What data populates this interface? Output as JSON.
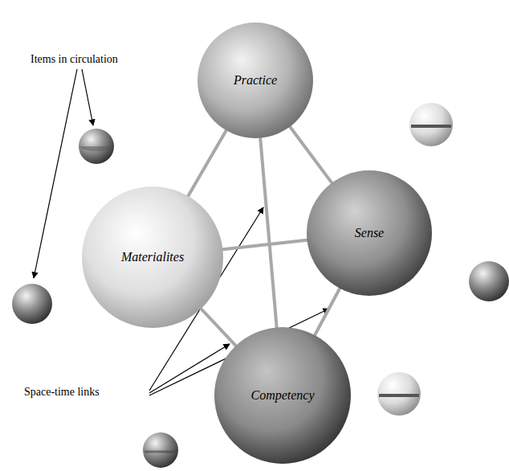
{
  "diagram": {
    "nodes": [
      {
        "text": [
          "Practice"
        ]
      },
      {
        "text": [
          "Sense"
        ]
      },
      {
        "text": [
          "Materialites"
        ]
      },
      {
        "text": [
          "Competency"
        ]
      }
    ],
    "edges": [
      {
        "from": 0,
        "to": 2,
        "arrow": "none"
      },
      {
        "from": 0,
        "to": 1,
        "arrow": "none"
      },
      {
        "from": 0,
        "to": 3,
        "arrow": "none"
      },
      {
        "from": 2,
        "to": 1,
        "arrow": "none"
      },
      {
        "from": 2,
        "to": 3,
        "arrow": "none"
      },
      {
        "from": 1,
        "to": 3,
        "arrow": "none"
      }
    ],
    "labels": [
      "Items in circulation",
      "Space-time links"
    ]
  }
}
